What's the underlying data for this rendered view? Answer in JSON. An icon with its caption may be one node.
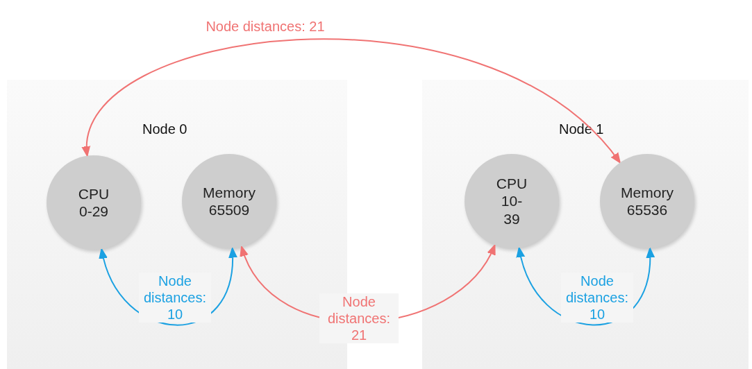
{
  "diagram": {
    "nodes": [
      {
        "text": [
          "Node 0"
        ]
      },
      {
        "text": [
          "CPU 0-29"
        ],
        "in": 0
      },
      {
        "text": [
          "Memory 65509"
        ],
        "in": 0
      },
      {
        "text": [
          "Node 1"
        ]
      },
      {
        "text": [
          "CPU 10-39"
        ],
        "in": 3
      },
      {
        "text": [
          "Memory 65536"
        ],
        "in": 3
      }
    ],
    "edges": [
      {
        "from": 1,
        "to": 5,
        "arrow": "both",
        "label": "Node distances: 21",
        "color": "#f07373"
      },
      {
        "from": 1,
        "to": 2,
        "arrow": "both",
        "label": "Node distances: 10",
        "color": "#1ba1e2"
      },
      {
        "from": 2,
        "to": 4,
        "arrow": "both",
        "label": "Node distances: 21",
        "color": "#f07373"
      },
      {
        "from": 4,
        "to": 5,
        "arrow": "both",
        "label": "Node distances: 10",
        "color": "#1ba1e2"
      }
    ]
  }
}
